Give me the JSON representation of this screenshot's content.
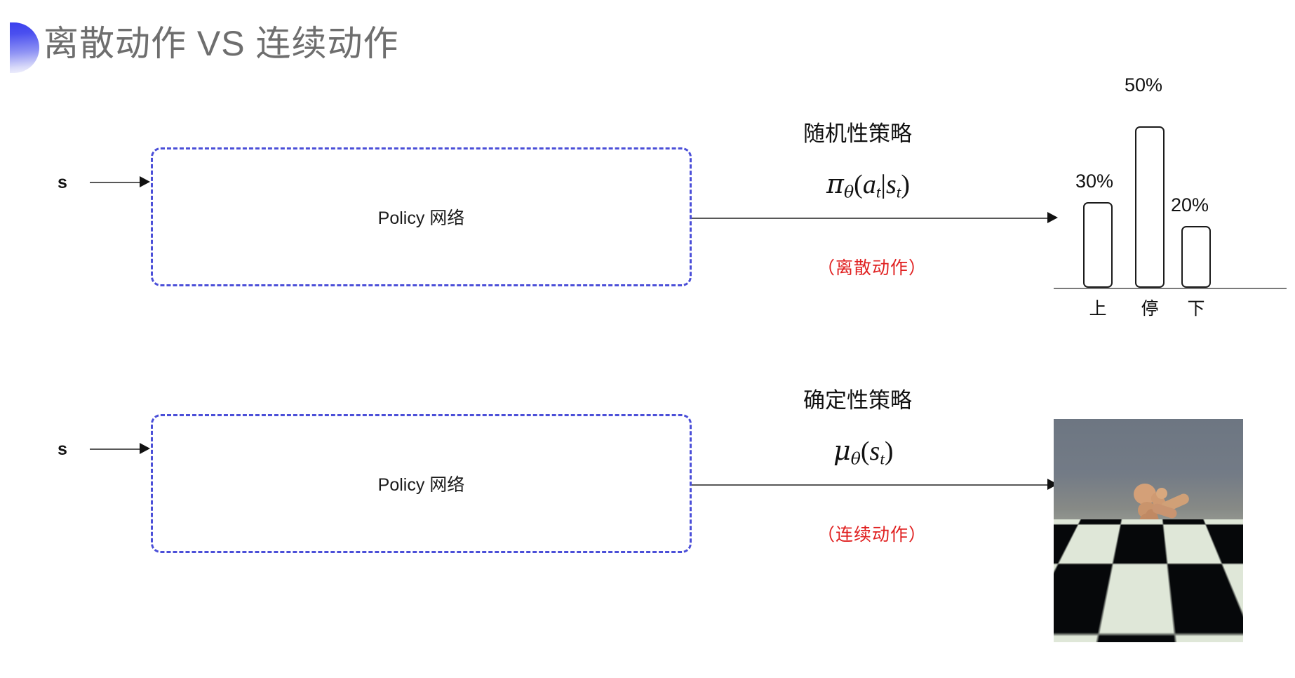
{
  "slide": {
    "title": "离散动作 VS 连续动作",
    "accent_color": "#4b4fd8",
    "title_color": "#6e6e6e",
    "red_color": "#e02020",
    "background": "#ffffff"
  },
  "rows": [
    {
      "id": "discrete",
      "state_label": "s",
      "box_label": "Policy 网络",
      "caption_head": "随机性策略",
      "formula_plain": "πθ(a_t|s_t)",
      "note": "（离散动作）",
      "output_kind": "bar-chart"
    },
    {
      "id": "continuous",
      "state_label": "s",
      "box_label": "Policy 网络",
      "caption_head": "确定性策略",
      "formula_plain": "μθ(s_t)",
      "note": "（连续动作）",
      "output_kind": "humanoid-simulation"
    }
  ],
  "formula_parts": {
    "pi": "π",
    "mu": "μ",
    "theta": "θ",
    "open_paren": "(",
    "close_paren": ")",
    "a": "a",
    "s": "s",
    "t": "t",
    "bar": "|"
  },
  "chart_data": {
    "type": "bar",
    "title": "",
    "categories": [
      "上",
      "停",
      "下"
    ],
    "values": [
      30,
      50,
      20
    ],
    "value_labels": [
      "30%",
      "50%",
      "20%"
    ],
    "ylabel": "",
    "xlabel": "",
    "ylim": [
      0,
      60
    ],
    "grid": false,
    "legend": "none",
    "bar_style": "outlined-rounded"
  },
  "simulation": {
    "alt": "MuJoCo humanoid kneeling on a black and white checkerboard floor",
    "sky_color": "#6d7682",
    "floor_light": "#dfe7d8",
    "floor_dark": "#06080a",
    "body_color": "#cf9a72"
  }
}
